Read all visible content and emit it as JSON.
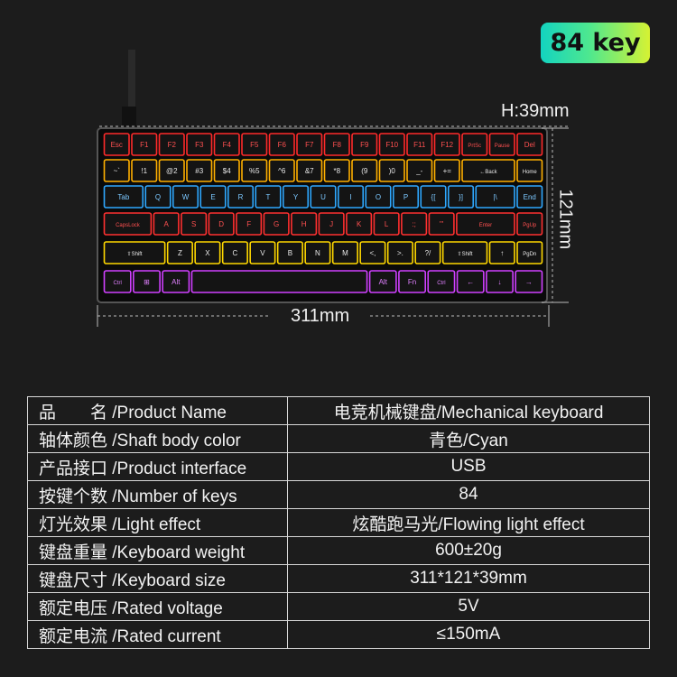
{
  "badge": "84 key",
  "dimensions": {
    "height": "H:39mm",
    "depth": "121mm",
    "width": "311mm"
  },
  "keyboard_rows": [
    [
      "Esc",
      "F1",
      "F2",
      "F3",
      "F4",
      "F5",
      "F6",
      "F7",
      "F8",
      "F9",
      "F10",
      "F11",
      "F12",
      "PrtSc",
      "Pause",
      "Del"
    ],
    [
      "~`",
      "!1",
      "@2",
      "#3",
      "$4",
      "%5",
      "^6",
      "&7",
      "*8",
      "(9",
      ")0",
      "_-",
      "+=",
      "←Back",
      "Home"
    ],
    [
      "Tab",
      "Q",
      "W",
      "E",
      "R",
      "T",
      "Y",
      "U",
      "I",
      "O",
      "P",
      "{[",
      "}]",
      "|\\",
      "End"
    ],
    [
      "CapsLock",
      "A",
      "S",
      "D",
      "F",
      "G",
      "H",
      "J",
      "K",
      "L",
      ":;",
      "\"'",
      "Enter",
      "PgUp"
    ],
    [
      "⇧Shift",
      "Z",
      "X",
      "C",
      "V",
      "B",
      "N",
      "M",
      "<,",
      ">.",
      "?/",
      "⇧Shift",
      "↑",
      "PgDn"
    ],
    [
      "Ctrl",
      "⊞",
      "Alt",
      "",
      "Alt",
      "Fn",
      "Ctrl",
      "←",
      "↓",
      "→"
    ]
  ],
  "table": {
    "rows": [
      {
        "label": "品　　名 /Product Name",
        "value": "电竞机械键盘/Mechanical keyboard"
      },
      {
        "label": "轴体颜色 /Shaft body color",
        "value": "青色/Cyan"
      },
      {
        "label": "产品接口 /Product interface",
        "value": "USB"
      },
      {
        "label": "按键个数 /Number of keys",
        "value": "84"
      },
      {
        "label": "灯光效果 /Light effect",
        "value": "炫酷跑马光/Flowing light effect"
      },
      {
        "label": "键盘重量 /Keyboard weight",
        "value": "600±20g"
      },
      {
        "label": "键盘尺寸 /Keyboard size",
        "value": "311*121*39mm"
      },
      {
        "label": "额定电压 /Rated voltage",
        "value": "5V"
      },
      {
        "label": "额定电流 /Rated current",
        "value": "≤150mA"
      }
    ]
  },
  "colors": {
    "background": "#1c1c1c",
    "row_glow": [
      "#ff2a2a",
      "#ffb000",
      "#2fa8ff",
      "#ff3030",
      "#ffd800",
      "#d040ff"
    ]
  }
}
